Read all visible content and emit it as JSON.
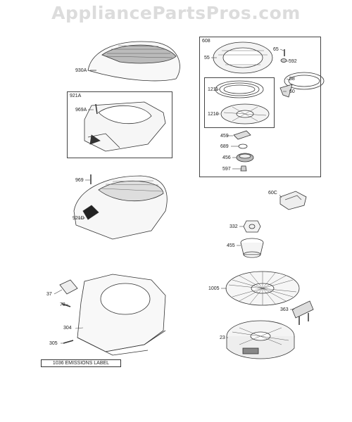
{
  "watermark": "AppliancePartsPros.com",
  "box_tags": {
    "b921a": "921A",
    "b608": "608"
  },
  "labels": {
    "p930a": "930A",
    "p969a": "969A",
    "p969": "969",
    "p921d": "921D",
    "p37": "37",
    "p78": "78",
    "p304": "304",
    "p305": "305",
    "p55": "55",
    "p65": "65",
    "p592": "592",
    "p58": "58",
    "p60": "60",
    "p1211": "1211",
    "p1210": "1210",
    "p459": "459",
    "p689": "689",
    "p456": "456",
    "p597": "597",
    "p60c": "60C",
    "p332": "332",
    "p455": "455",
    "p1005": "1005",
    "p363": "363",
    "p23": "23"
  },
  "emissions_label": "1036 EMISSIONS LABEL"
}
